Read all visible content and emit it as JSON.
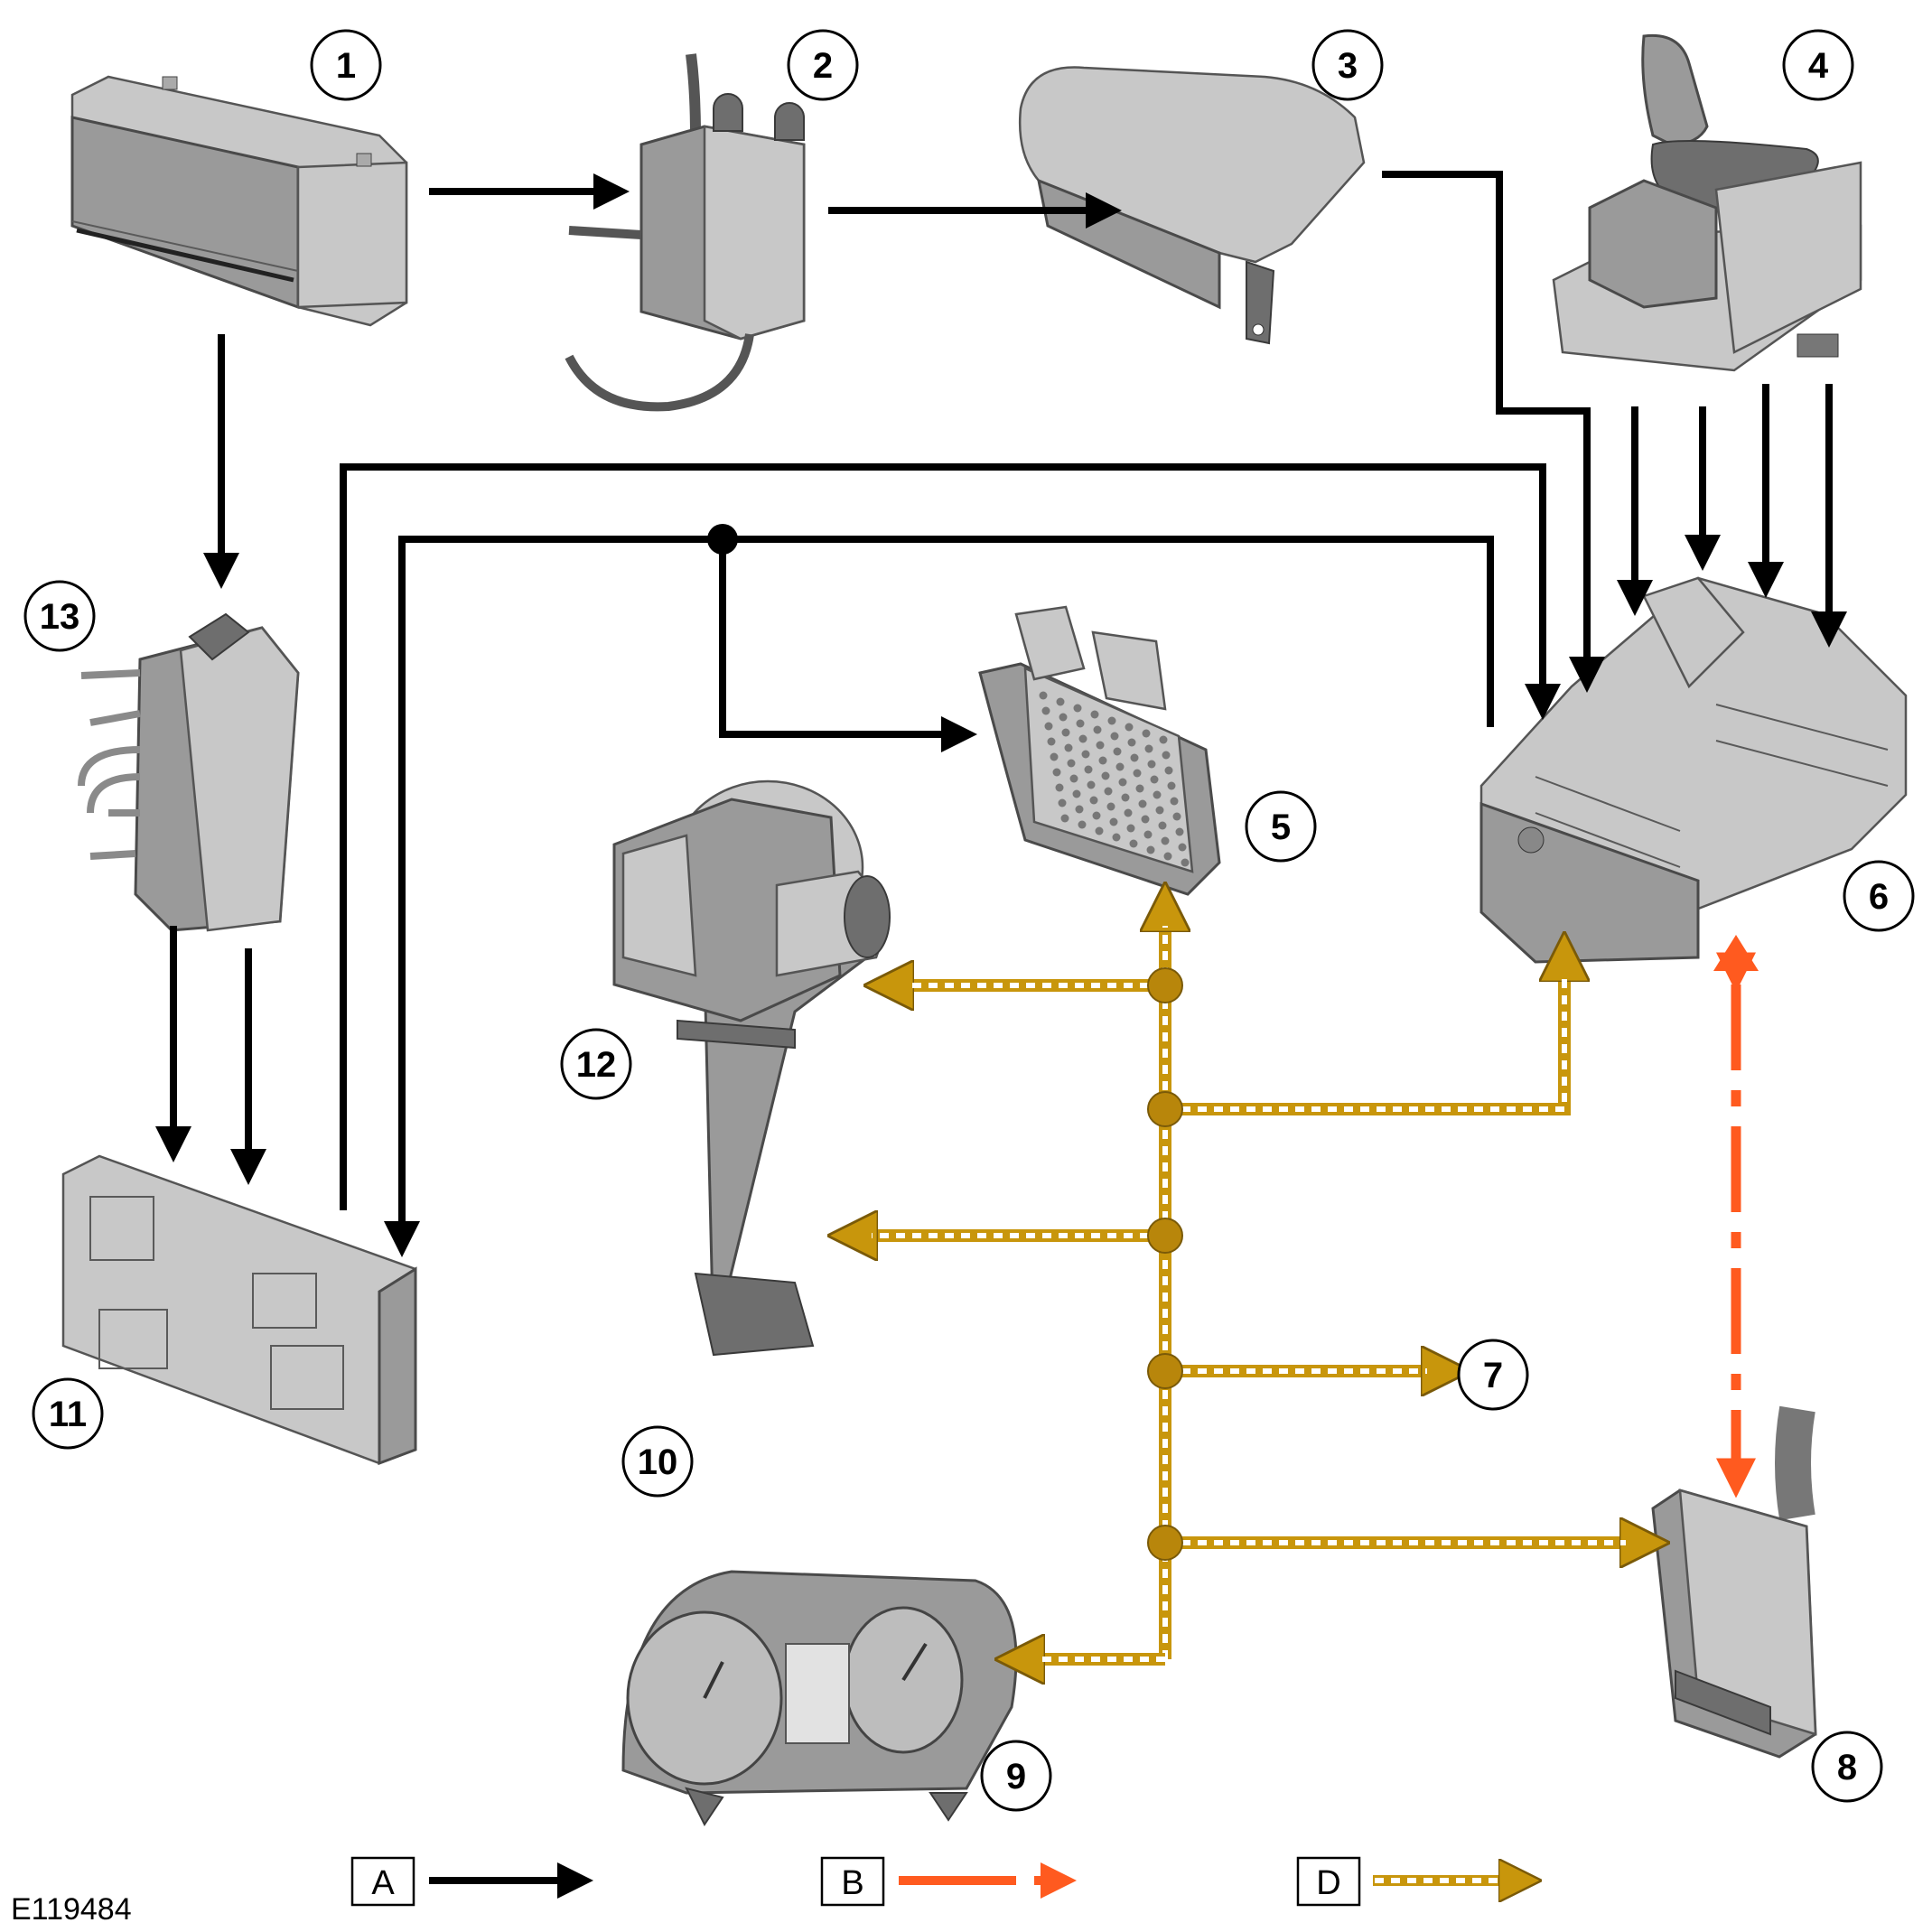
{
  "reference_code": "E119484",
  "colors": {
    "hardwired": "#000000",
    "lin_bus": "#ff5a1f",
    "can_bus": "#c8960c",
    "can_bus_dash": "#ffffff"
  },
  "components": [
    {
      "number": "1",
      "icon": "battery-icon"
    },
    {
      "number": "2",
      "icon": "fuse-relay-icon"
    },
    {
      "number": "3",
      "icon": "junction-box-icon"
    },
    {
      "number": "4",
      "icon": "gear-selector-icon"
    },
    {
      "number": "5",
      "icon": "control-module-icon"
    },
    {
      "number": "6",
      "icon": "valve-body-icon"
    },
    {
      "number": "7",
      "icon": ""
    },
    {
      "number": "8",
      "icon": "diagnostic-connector-icon"
    },
    {
      "number": "9",
      "icon": "instrument-cluster-icon"
    },
    {
      "number": "10",
      "icon": "steering-angle-sensor-icon"
    },
    {
      "number": "11",
      "icon": "fuse-box-icon"
    },
    {
      "number": "12",
      "icon": "abs-module-icon"
    },
    {
      "number": "13",
      "icon": "power-distribution-icon"
    }
  ],
  "legend": [
    {
      "key": "A",
      "line": "solid-black"
    },
    {
      "key": "B",
      "line": "dashed-orange"
    },
    {
      "key": "D",
      "line": "dashed-gold"
    }
  ]
}
